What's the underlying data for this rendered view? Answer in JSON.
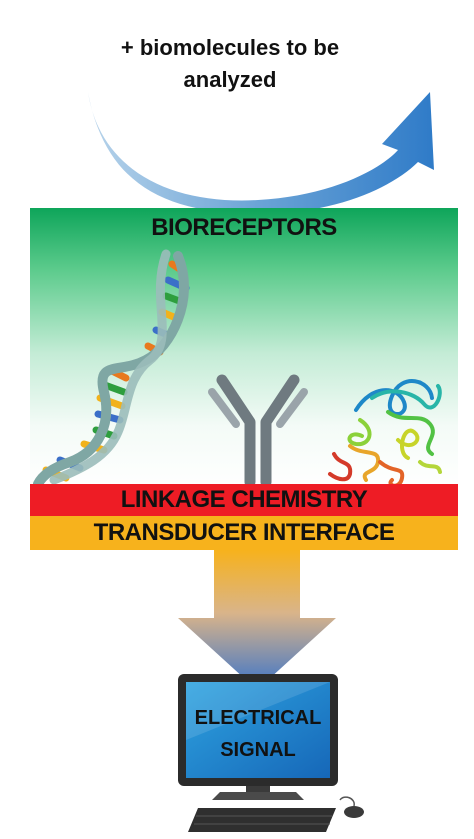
{
  "diagram": {
    "caption_line1": "+ biomolecules to be",
    "caption_line2": "analyzed",
    "bioreceptors_label": "BIORECEPTORS",
    "linkage_label": "LINKAGE CHEMISTRY",
    "transducer_label": "TRANSDUCER INTERFACE",
    "signal_line1": "ELECTRICAL",
    "signal_line2": "SIGNAL"
  },
  "colors": {
    "arrow_blue": "#3b82c9",
    "bioreceptor_green": "#0ea55a",
    "linkage_red": "#ee1c25",
    "transducer_orange": "#f7b21c",
    "antibody_gray": "#6f7a80",
    "dna_backbone": "#7fa7a4"
  },
  "icons": [
    "curved-arrow-icon",
    "dna-helix-icon",
    "antibody-icon",
    "protein-structure-icon",
    "down-arrow-icon",
    "computer-icon"
  ]
}
